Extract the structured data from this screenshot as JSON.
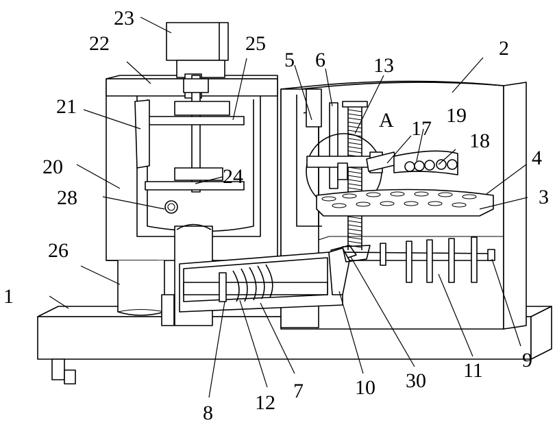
{
  "labels": {
    "l1": "1",
    "l2": "2",
    "l3": "3",
    "l4": "4",
    "l5": "5",
    "l6": "6",
    "l7": "7",
    "l8": "8",
    "l9": "9",
    "l10": "10",
    "l11": "11",
    "l12": "12",
    "l13": "13",
    "l17": "17",
    "l18": "18",
    "l19": "19",
    "l20": "20",
    "l21": "21",
    "l22": "22",
    "l23": "23",
    "l24": "24",
    "l25": "25",
    "l26": "26",
    "l28": "28",
    "l30": "30",
    "lA": "A"
  }
}
